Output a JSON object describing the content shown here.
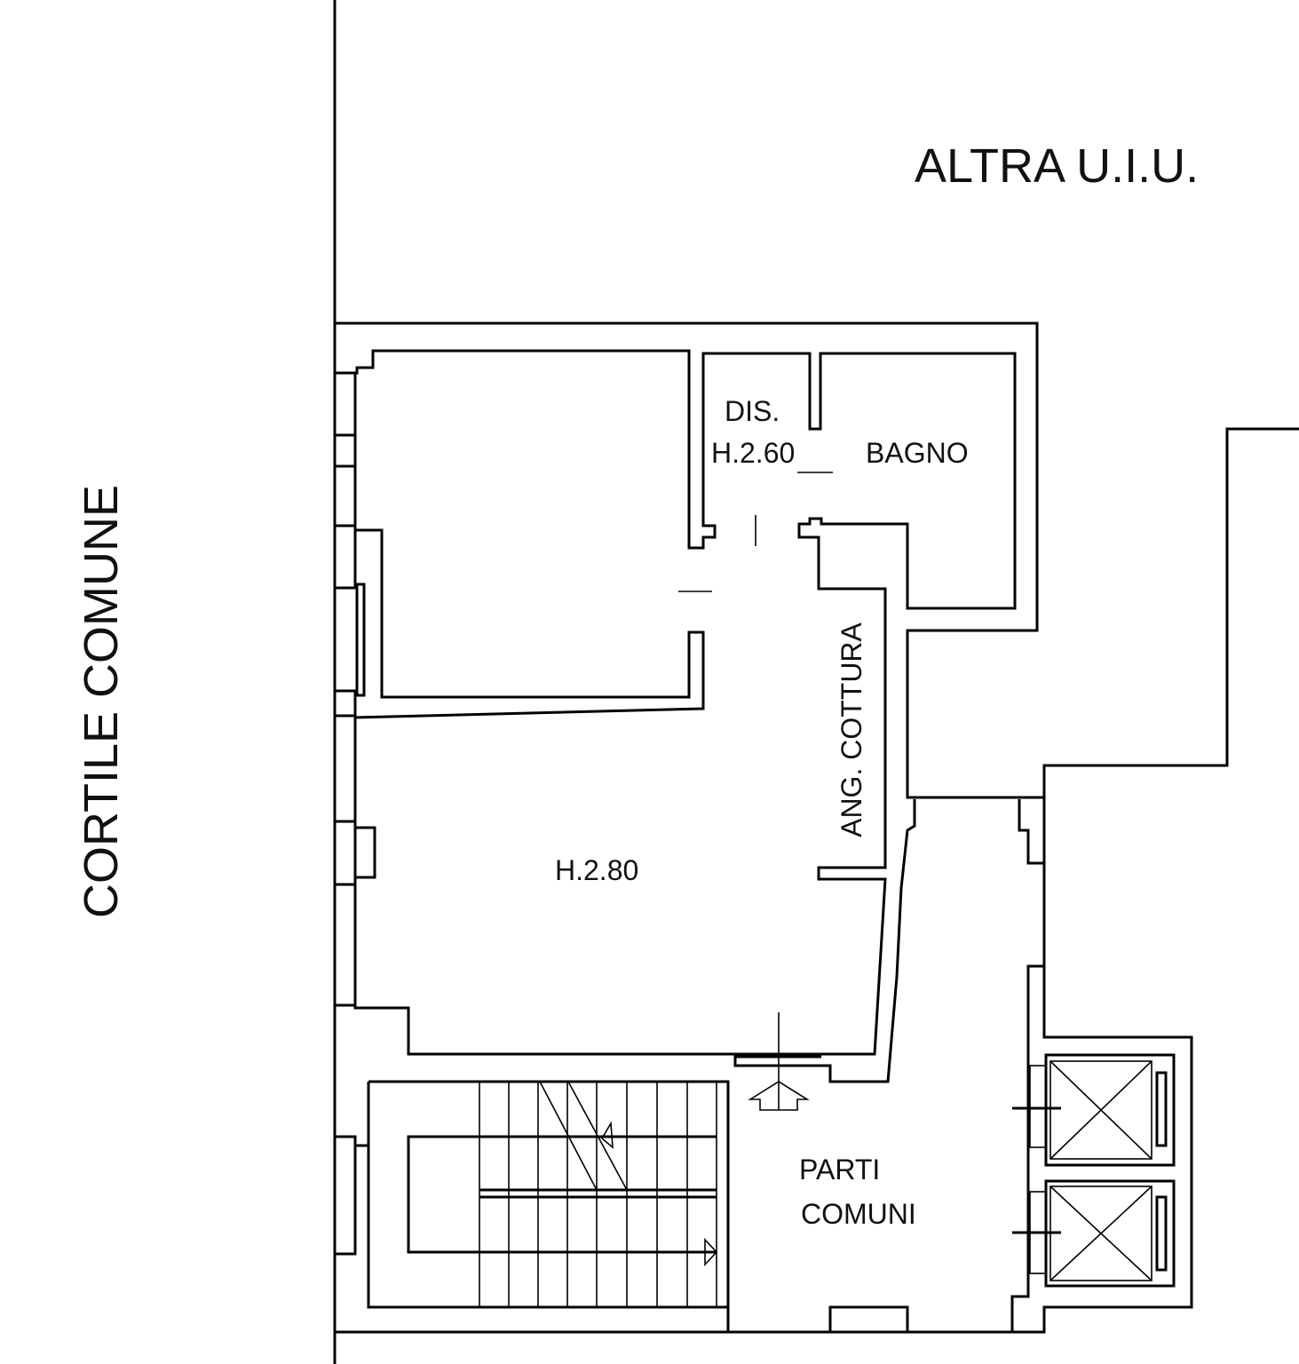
{
  "labels": {
    "neighbor_unit": "ALTRA U.I.U.",
    "courtyard": "CORTILE COMUNE",
    "hallway": "DIS.",
    "hallway_height": "H.2.60",
    "bathroom": "BAGNO",
    "kitchenette": "ANG. COTTURA",
    "main_room_height": "H.2.80",
    "common_parts_line1": "PARTI",
    "common_parts_line2": "COMUNI"
  }
}
